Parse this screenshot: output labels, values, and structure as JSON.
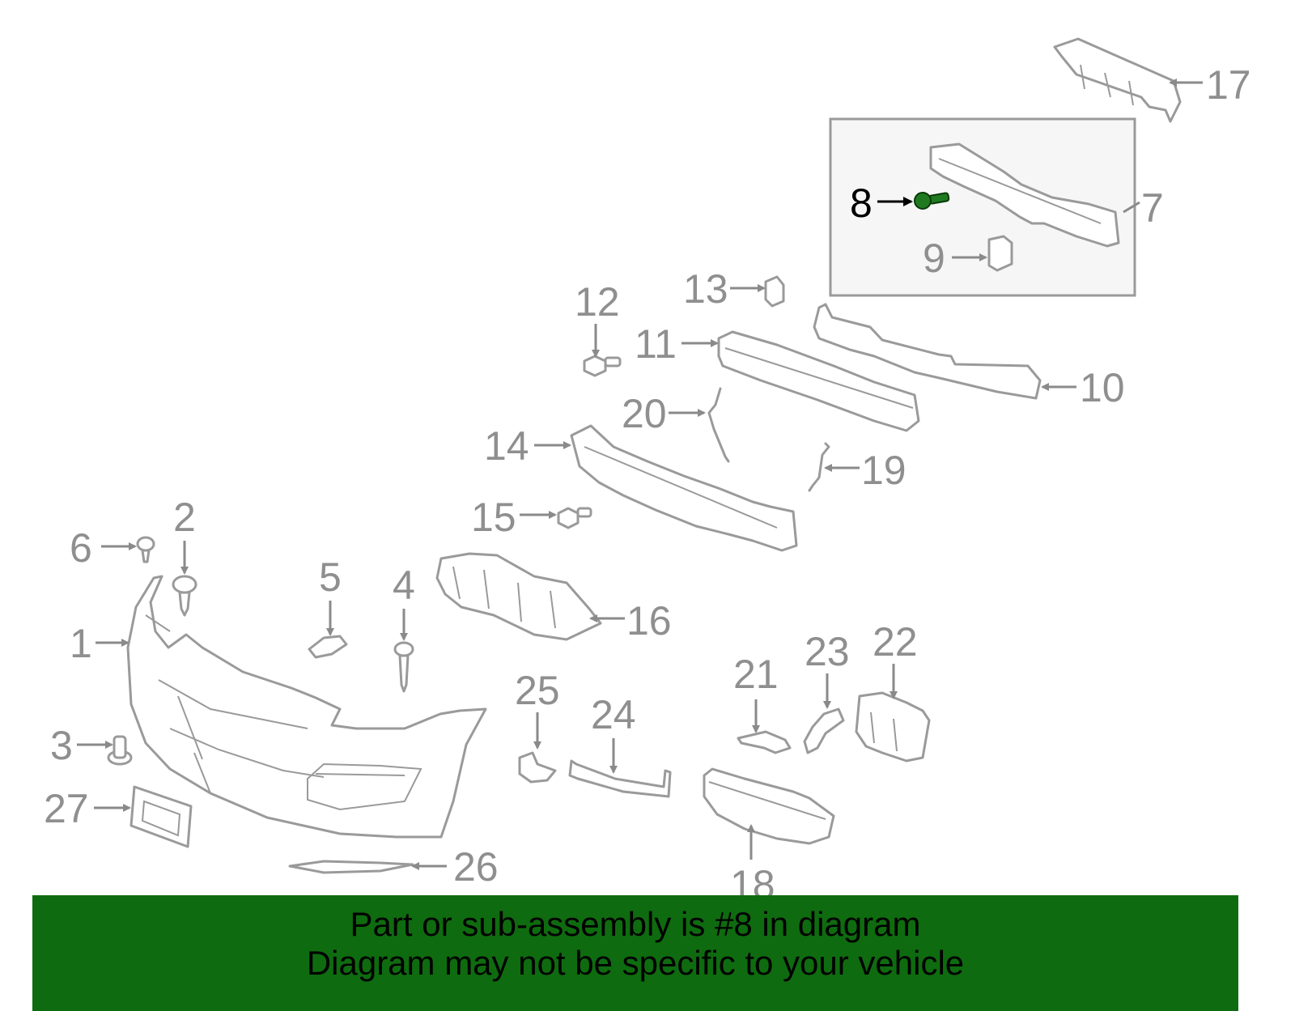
{
  "diagram": {
    "highlighted_part": "8",
    "callouts": {
      "c1": "1",
      "c2": "2",
      "c3": "3",
      "c4": "4",
      "c5": "5",
      "c6": "6",
      "c7": "7",
      "c8": "8",
      "c9": "9",
      "c10": "10",
      "c11": "11",
      "c12": "12",
      "c13": "13",
      "c14": "14",
      "c15": "15",
      "c16": "16",
      "c17": "17",
      "c18": "18",
      "c19": "19",
      "c20": "20",
      "c21": "21",
      "c22": "22",
      "c23": "23",
      "c24": "24",
      "c25": "25",
      "c26": "26",
      "c27": "27"
    },
    "colors": {
      "line": "#9a9a9a",
      "highlight_part": "#1f7a1f",
      "banner_background": "#0f6b0f",
      "banner_text": "#000000"
    }
  },
  "banner": {
    "line1": "Part or sub-assembly is #8 in diagram",
    "line2": "Diagram may not be specific to your vehicle"
  }
}
